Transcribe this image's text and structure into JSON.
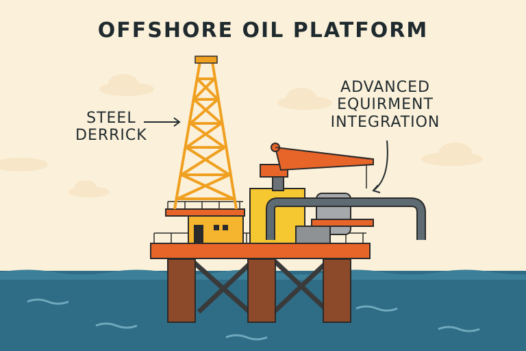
{
  "title": "OFFSHORE OIL PLATFORM",
  "labels": {
    "derrick": [
      "STEEL",
      "DERRICK"
    ],
    "equipment": [
      "ADVANCED",
      "EQUIRMENT",
      "INTEGRATION"
    ]
  },
  "colors": {
    "background": "#fbf0d9",
    "sea": "#2f6d86",
    "deck": "#e8652a",
    "derrick": "#f0a020",
    "legs": "#8c4a2a",
    "tank": "#f5c731"
  }
}
